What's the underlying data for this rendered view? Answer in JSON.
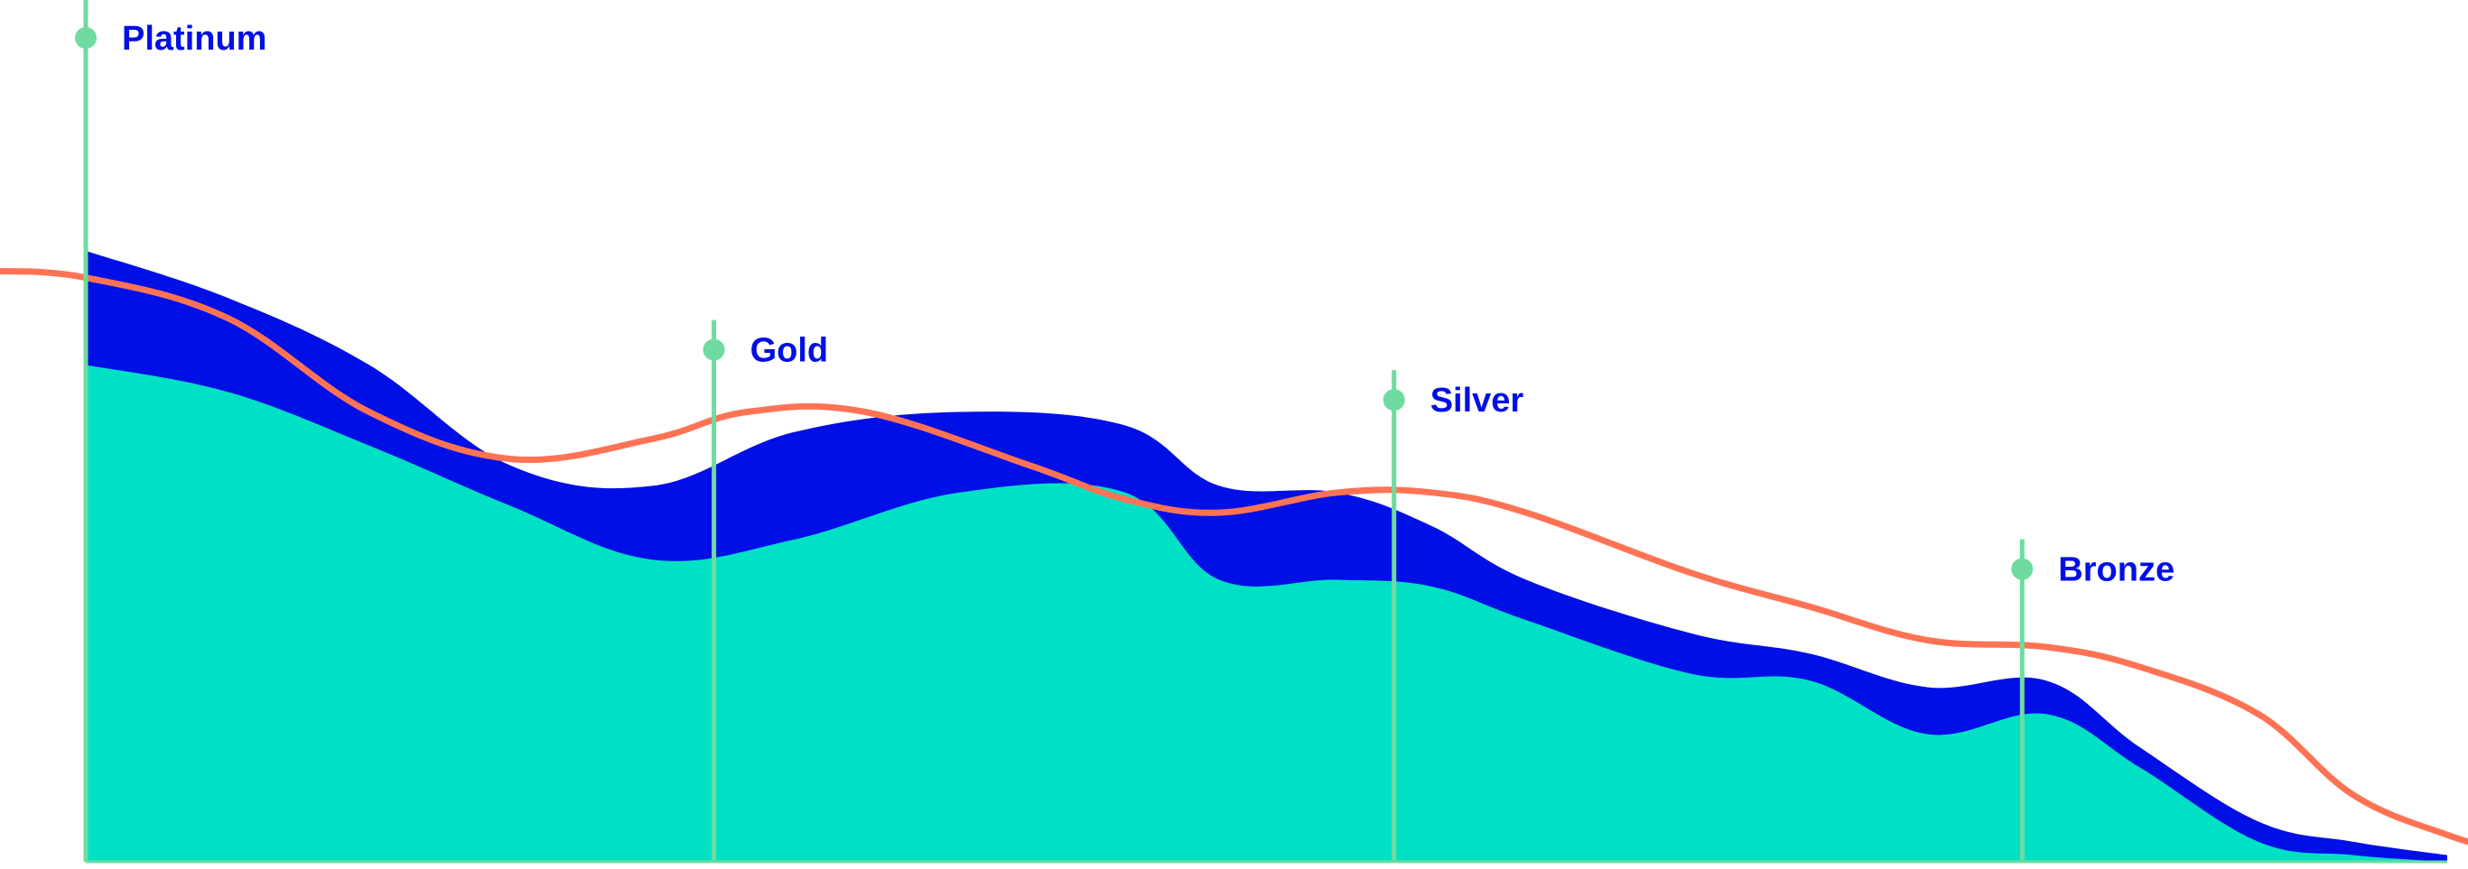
{
  "chart_data": {
    "type": "area",
    "title": "",
    "xlabel": "",
    "ylabel": "",
    "grid": false,
    "legend": "none",
    "x": [
      0,
      6,
      12,
      18,
      24,
      30,
      37,
      44,
      48,
      53,
      57,
      61,
      68,
      73,
      78,
      83,
      87,
      92,
      96,
      100
    ],
    "xlim": [
      -4,
      103
    ],
    "ylim": [
      0,
      110
    ],
    "series": [
      {
        "kind": "area-band-lower",
        "color": "#00e0c4",
        "values": [
          74,
          70,
          62,
          53,
          45,
          48,
          55,
          55,
          42,
          42,
          41,
          36,
          28,
          27,
          19,
          22,
          14,
          3,
          1,
          0
        ]
      },
      {
        "kind": "area-band-upper",
        "color": "#000fe6",
        "values": [
          91,
          84,
          74,
          59,
          56,
          64,
          67,
          65,
          56,
          55,
          50,
          42,
          34,
          31,
          26,
          27,
          17,
          6,
          3,
          1
        ]
      },
      {
        "kind": "line",
        "color": "#ff7355",
        "x": [
          -4,
          0,
          6,
          12,
          18,
          24,
          28,
          33,
          40,
          44,
          48,
          53,
          57,
          61,
          68,
          73,
          78,
          83,
          87,
          92,
          96,
          100,
          103
        ],
        "values": [
          88,
          87,
          81,
          67,
          60,
          63,
          67,
          67,
          59,
          54,
          52,
          55,
          55,
          52,
          43,
          38,
          33,
          32,
          29,
          22,
          10,
          4,
          1
        ]
      }
    ],
    "markers": [
      {
        "x": 0,
        "label": "Platinum"
      },
      {
        "x": 26.6,
        "label": "Gold"
      },
      {
        "x": 55.4,
        "label": "Silver"
      },
      {
        "x": 82,
        "label": "Bronze"
      }
    ],
    "marker_color": "#6fdba0",
    "label_color": "#000fe6"
  }
}
